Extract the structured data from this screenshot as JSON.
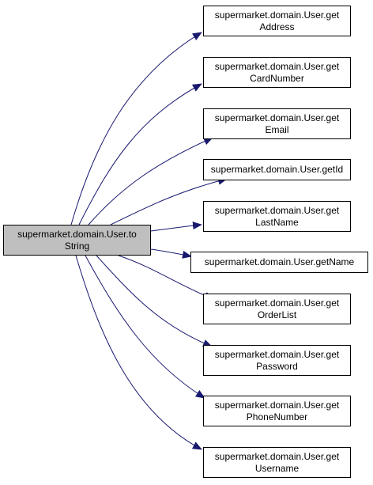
{
  "diagram": {
    "edge_color": "#191970",
    "root_fill": "#bfbfbf",
    "root": {
      "lines": [
        "supermarket.domain.User.to",
        "String"
      ]
    },
    "callees": [
      {
        "lines": [
          "supermarket.domain.User.get",
          "Address"
        ]
      },
      {
        "lines": [
          "supermarket.domain.User.get",
          "CardNumber"
        ]
      },
      {
        "lines": [
          "supermarket.domain.User.get",
          "Email"
        ]
      },
      {
        "lines": [
          "supermarket.domain.User.getId"
        ]
      },
      {
        "lines": [
          "supermarket.domain.User.get",
          "LastName"
        ]
      },
      {
        "lines": [
          "supermarket.domain.User.getName"
        ]
      },
      {
        "lines": [
          "supermarket.domain.User.get",
          "OrderList"
        ]
      },
      {
        "lines": [
          "supermarket.domain.User.get",
          "Password"
        ]
      },
      {
        "lines": [
          "supermarket.domain.User.get",
          "PhoneNumber"
        ]
      },
      {
        "lines": [
          "supermarket.domain.User.get",
          "Username"
        ]
      }
    ]
  }
}
